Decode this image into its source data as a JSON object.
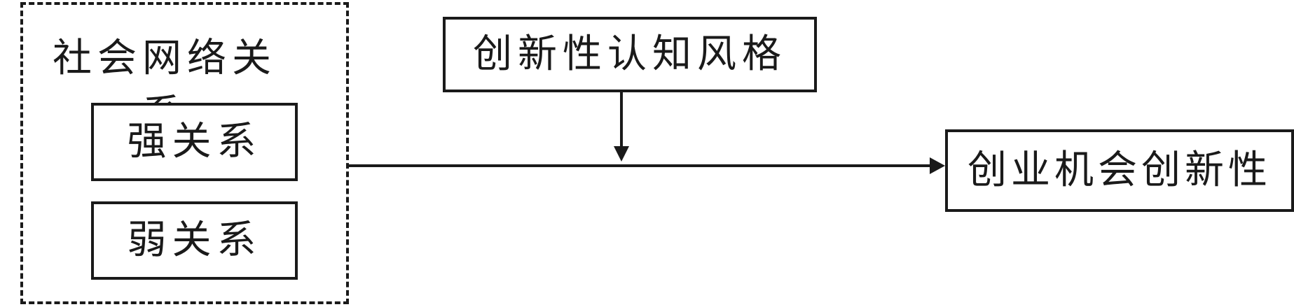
{
  "diagram": {
    "group": {
      "title": "社会网络关系",
      "items": [
        {
          "label": "强关系"
        },
        {
          "label": "弱关系"
        }
      ]
    },
    "moderator": {
      "label": "创新性认知风格"
    },
    "outcome": {
      "label": "创业机会创新性"
    }
  }
}
